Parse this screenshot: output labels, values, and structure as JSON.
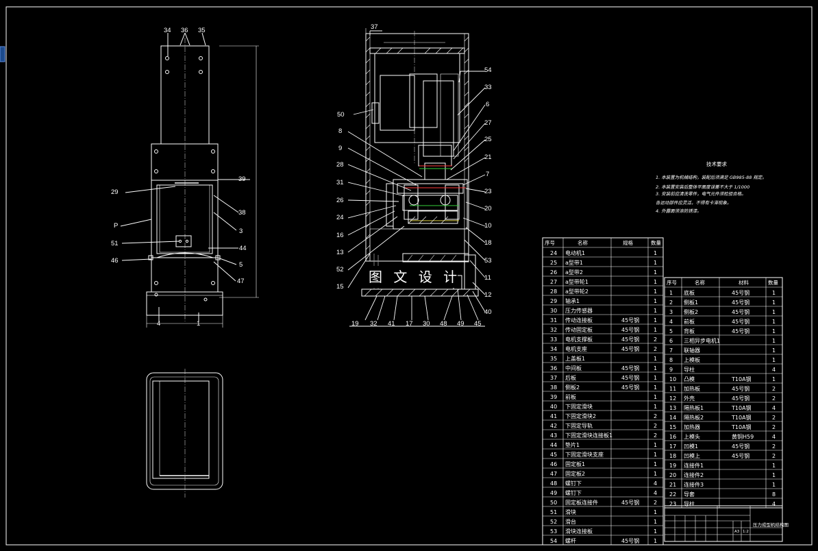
{
  "left_view_labels": {
    "n34": "34",
    "n36": "36",
    "n35": "35",
    "n39": "39",
    "n29": "29",
    "n38": "38",
    "nP": "P",
    "n3": "3",
    "n51": "51",
    "n44": "44",
    "n46": "46",
    "n5": "5",
    "n47": "47",
    "n4": "4",
    "n1": "1"
  },
  "section_view_labels": {
    "n37": "37",
    "n54": "54",
    "n33": "33",
    "n6": "6",
    "n50": "50",
    "n27": "27",
    "n8": "8",
    "n25": "25",
    "n9": "9",
    "n21": "21",
    "n28": "28",
    "n7": "7",
    "n31": "31",
    "n23": "23",
    "n26": "26",
    "n20": "20",
    "n24": "24",
    "n10": "10",
    "n16": "16",
    "n18": "18",
    "n13": "13",
    "n53": "53",
    "n52": "52",
    "n11": "11",
    "n15": "15",
    "n12": "12",
    "n40": "40",
    "n19": "19",
    "n32": "32",
    "n41": "41",
    "n17": "17",
    "n30": "30",
    "n48": "48",
    "n49": "49",
    "n45": "45"
  },
  "watermark": "图 文 设 计",
  "tech_requirements": {
    "title": "技术要求",
    "lines": [
      "1. 本装置为机械结构，装配后须满足 GB985-88 规定。",
      "2. 本装置安装后整体平面度误差不大于 1/1000",
      "3. 安装前应清洗零件，电气元件须检验合格。",
      "   各运动部件应灵活，不得有卡滞现象。",
      "4. 外露面须涂防锈漆。"
    ]
  },
  "bom_left": {
    "headers": [
      "序号",
      "名称",
      "规格",
      "数量"
    ],
    "rows": [
      [
        "24",
        "电动机1",
        "",
        "1"
      ],
      [
        "25",
        "a型带1",
        "",
        "1"
      ],
      [
        "26",
        "a型带2",
        "",
        "1"
      ],
      [
        "27",
        "a型带轮1",
        "",
        "1"
      ],
      [
        "28",
        "a型带轮2",
        "",
        "1"
      ],
      [
        "29",
        "轴承1",
        "",
        "1"
      ],
      [
        "30",
        "压力传感器",
        "",
        "1"
      ],
      [
        "31",
        "传动连接板",
        "45号钢",
        "1"
      ],
      [
        "32",
        "传动固定板",
        "45号钢",
        "1"
      ],
      [
        "33",
        "电机支撑板",
        "45号钢",
        "2"
      ],
      [
        "34",
        "电机支座",
        "45号钢",
        "2"
      ],
      [
        "35",
        "上盖板1",
        "",
        "1"
      ],
      [
        "36",
        "中间板",
        "45号钢",
        "1"
      ],
      [
        "37",
        "后板",
        "45号钢",
        "1"
      ],
      [
        "38",
        "侧板2",
        "45号钢",
        "1"
      ],
      [
        "39",
        "前板",
        "",
        "1"
      ],
      [
        "40",
        "下固定滑块",
        "",
        "1"
      ],
      [
        "41",
        "下固定滑块2",
        "",
        "2"
      ],
      [
        "42",
        "下固定导轨",
        "",
        "2"
      ],
      [
        "43",
        "下固定滑块连接板1",
        "",
        "2"
      ],
      [
        "44",
        "垫片1",
        "",
        "1"
      ],
      [
        "45",
        "下固定滑块支座",
        "",
        "1"
      ],
      [
        "46",
        "固定板1",
        "",
        "1"
      ],
      [
        "47",
        "固定板2",
        "",
        "1"
      ],
      [
        "48",
        "螺钉下",
        "",
        "4"
      ],
      [
        "49",
        "螺钉下",
        "",
        "4"
      ],
      [
        "50",
        "固定板连接件",
        "45号钢",
        "2"
      ],
      [
        "51",
        "滑块",
        "",
        "1"
      ],
      [
        "52",
        "滑台",
        "",
        "1"
      ],
      [
        "53",
        "滑块连接板",
        "",
        "1"
      ],
      [
        "54",
        "螺杆",
        "45号钢",
        "1"
      ]
    ]
  },
  "bom_right": {
    "headers": [
      "序号",
      "名称",
      "材料",
      "数量"
    ],
    "rows": [
      [
        "1",
        "底板",
        "45号钢",
        "1"
      ],
      [
        "2",
        "侧板1",
        "45号钢",
        "1"
      ],
      [
        "3",
        "侧板2",
        "45号钢",
        "1"
      ],
      [
        "4",
        "前板",
        "45号钢",
        "1"
      ],
      [
        "5",
        "背板",
        "45号钢",
        "1"
      ],
      [
        "6",
        "三相异步电机1",
        "",
        "1"
      ],
      [
        "7",
        "联轴器",
        "",
        "1"
      ],
      [
        "8",
        "上模板",
        "",
        "1"
      ],
      [
        "9",
        "导柱",
        "",
        "4"
      ],
      [
        "10",
        "凸模",
        "T10A钢",
        "1"
      ],
      [
        "11",
        "加热板",
        "45号钢",
        "2"
      ],
      [
        "12",
        "外壳",
        "45号钢",
        "2"
      ],
      [
        "13",
        "隔热板1",
        "T10A钢",
        "4"
      ],
      [
        "14",
        "隔热板2",
        "T10A钢",
        "2"
      ],
      [
        "15",
        "加热器",
        "T10A钢",
        "2"
      ],
      [
        "16",
        "上模头",
        "黄铜H59",
        "4"
      ],
      [
        "17",
        "凹模1",
        "45号钢",
        "2"
      ],
      [
        "18",
        "凹模上",
        "45号钢",
        "2"
      ],
      [
        "19",
        "连接件1",
        "",
        "1"
      ],
      [
        "20",
        "连接件2",
        "",
        "1"
      ],
      [
        "21",
        "连接件3",
        "",
        "1"
      ],
      [
        "22",
        "导套",
        "",
        "8"
      ],
      [
        "23",
        "导柱",
        "",
        "4"
      ]
    ]
  },
  "title_block": {
    "name": "压力成型机结构图",
    "rev_a": "A3",
    "ratio": "1:2"
  }
}
